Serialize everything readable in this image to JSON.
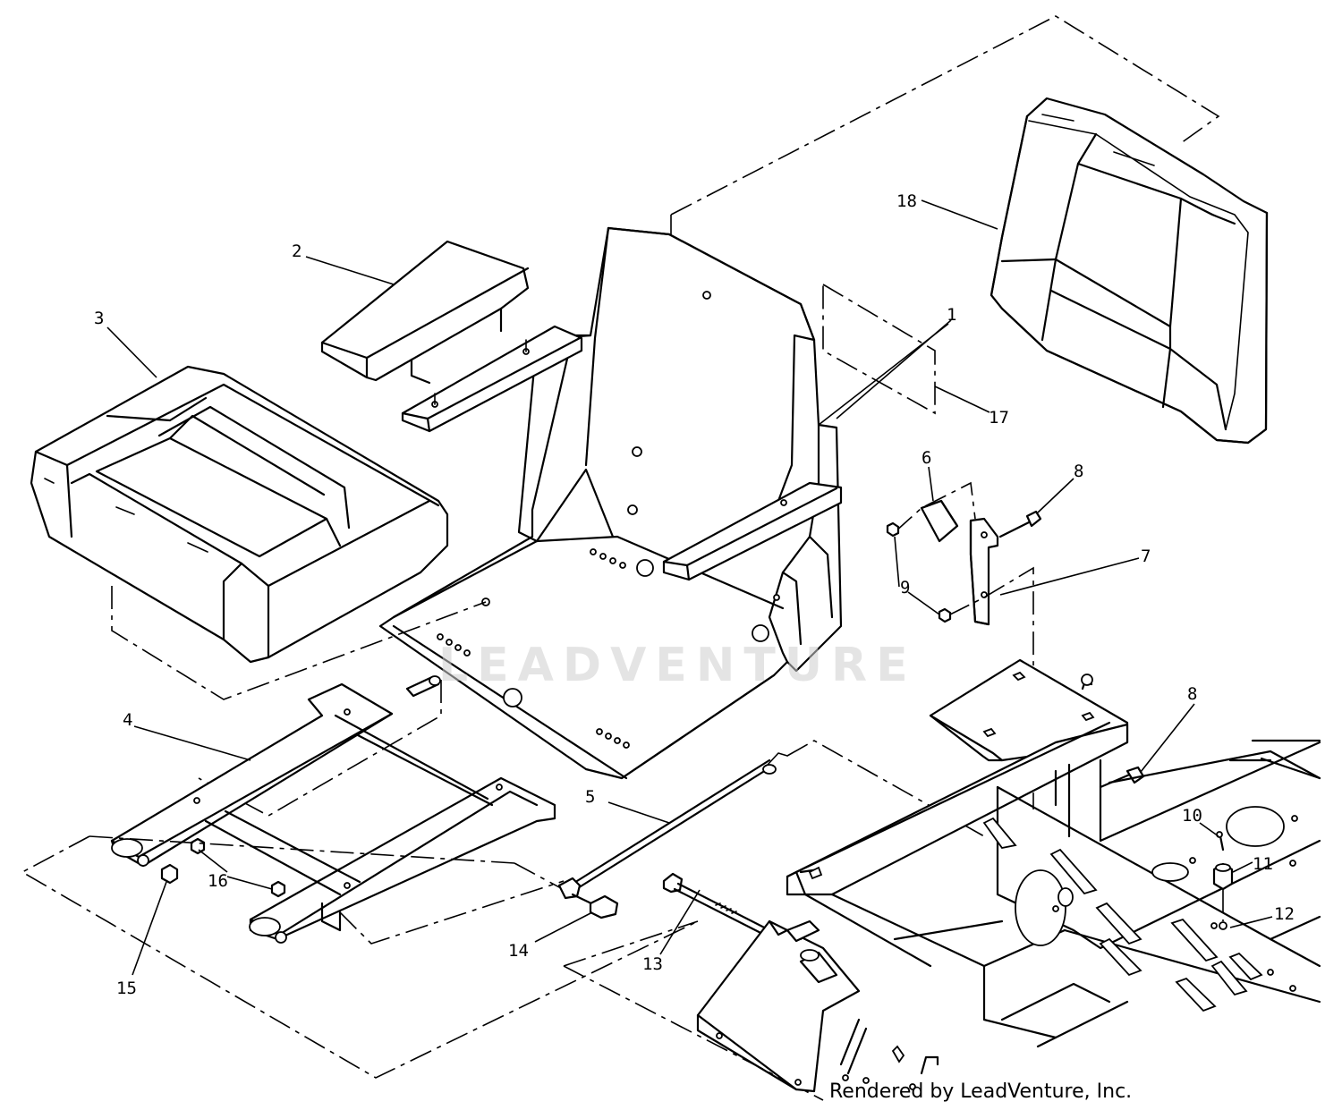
{
  "diagram": {
    "callouts": [
      "1",
      "2",
      "3",
      "4",
      "5",
      "6",
      "7",
      "8",
      "8",
      "9",
      "10",
      "11",
      "12",
      "13",
      "14",
      "15",
      "16",
      "17",
      "18"
    ],
    "watermark": "LEADVENTURE",
    "credit": "Rendered by LeadVenture, Inc."
  }
}
